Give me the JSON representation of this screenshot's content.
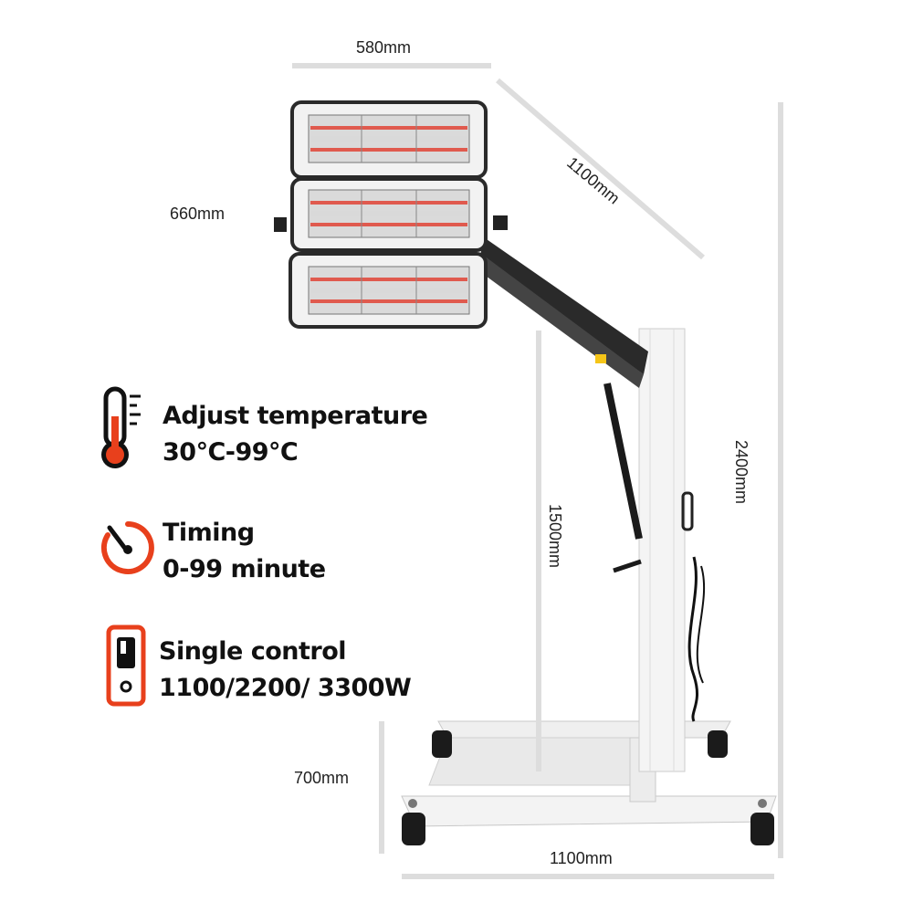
{
  "dimensions": {
    "top_width": "580mm",
    "arm_length": "1100mm",
    "lamp_height": "660mm",
    "total_height": "2400mm",
    "pole_height": "1500mm",
    "base_height": "700mm",
    "base_width": "1100mm"
  },
  "features": [
    {
      "icon": "thermometer-icon",
      "title": "Adjust temperature",
      "detail": "30℃-99℃"
    },
    {
      "icon": "timer-icon",
      "title": "Timing",
      "detail": "0-99 minute"
    },
    {
      "icon": "switch-icon",
      "title": "Single control",
      "detail": "1100/2200/ 3300W"
    }
  ],
  "colors": {
    "accent": "#e8401c",
    "frame": "#f2f2f2",
    "arm": "#222222",
    "lamp_glow": "#e05a4e"
  }
}
